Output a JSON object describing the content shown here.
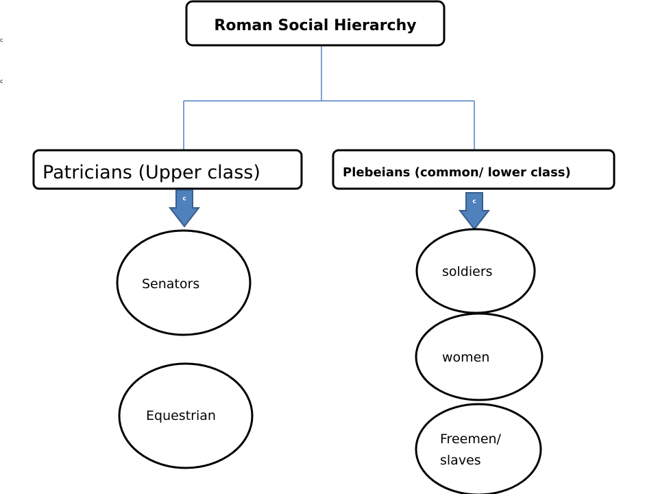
{
  "title": "Roman Social Hierarchy",
  "classes": {
    "upper": "Patricians (Upper class)",
    "lower": "Plebeians (common/ lower class)"
  },
  "arrow_glyph": "c",
  "edge_marks": [
    "c",
    "c"
  ],
  "upper_groups": [
    "Senators",
    "Equestrian"
  ],
  "lower_groups": [
    "soldiers",
    "women",
    "Freemen/",
    "slaves"
  ],
  "colors": {
    "box_border": "#000000",
    "connector": "#4f81bd",
    "arrow_fill": "#4f81bd",
    "arrow_stroke": "#385d8a"
  }
}
